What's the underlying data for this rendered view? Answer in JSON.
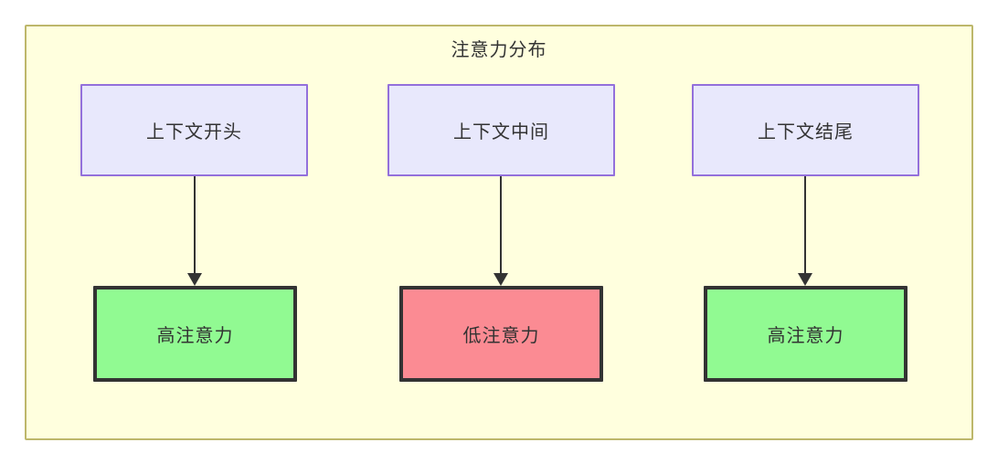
{
  "diagram": {
    "type": "flowchart",
    "direction": "top-down",
    "title": "注意力分布",
    "container": {
      "label": "注意力分布",
      "fill_color": "#ffffde",
      "border_color": "#bdb76b"
    },
    "nodes": [
      {
        "id": "ctx-start",
        "label": "上下文开头",
        "role": "context-segment",
        "fill_color": "#e8e8fc",
        "border_color": "#9370db"
      },
      {
        "id": "ctx-middle",
        "label": "上下文中间",
        "role": "context-segment",
        "fill_color": "#e8e8fc",
        "border_color": "#9370db"
      },
      {
        "id": "ctx-end",
        "label": "上下文结尾",
        "role": "context-segment",
        "fill_color": "#e8e8fc",
        "border_color": "#9370db"
      },
      {
        "id": "attn-high-start",
        "label": "高注意力",
        "role": "attention-level",
        "level": "high",
        "fill_color": "#91fa92",
        "border_color": "#333333"
      },
      {
        "id": "attn-low-middle",
        "label": "低注意力",
        "role": "attention-level",
        "level": "low",
        "fill_color": "#fb8b93",
        "border_color": "#333333"
      },
      {
        "id": "attn-high-end",
        "label": "高注意力",
        "role": "attention-level",
        "level": "high",
        "fill_color": "#91fa92",
        "border_color": "#333333"
      }
    ],
    "edges": [
      {
        "from": "ctx-start",
        "to": "attn-high-start",
        "arrow": "filled-triangle"
      },
      {
        "from": "ctx-middle",
        "to": "attn-low-middle",
        "arrow": "filled-triangle"
      },
      {
        "from": "ctx-end",
        "to": "attn-high-end",
        "arrow": "filled-triangle"
      }
    ]
  }
}
